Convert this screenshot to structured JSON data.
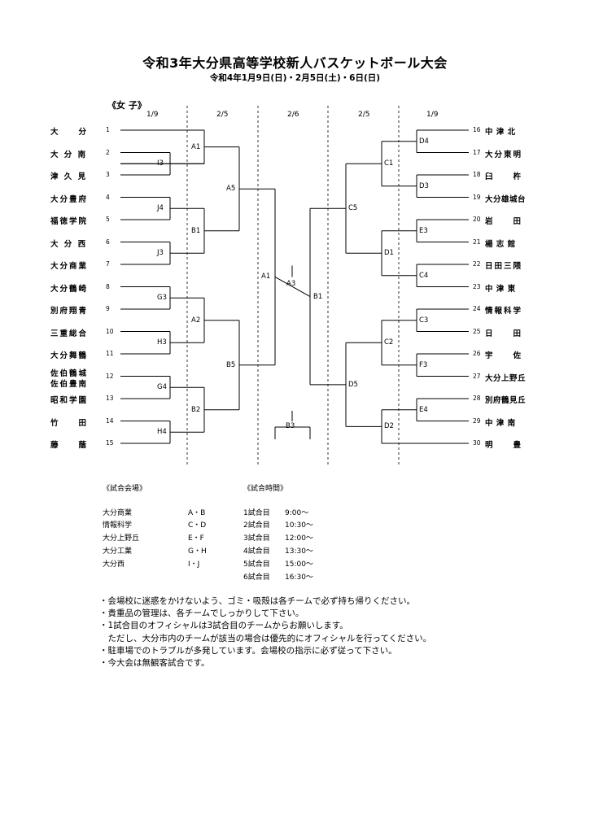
{
  "header": {
    "title": "令和3年大分県高等学校新人バスケットボール大会",
    "subtitle": "令和4年1月9日(日)・2月5日(土)・6日(日)",
    "section": "《女 子》"
  },
  "columns": [
    "1/9",
    "2/5",
    "2/6",
    "2/5",
    "1/9"
  ],
  "left_teams": [
    {
      "seed": "1",
      "name": "大　　分"
    },
    {
      "seed": "2",
      "name": "大 分 南"
    },
    {
      "seed": "3",
      "name": "津 久 見"
    },
    {
      "seed": "4",
      "name": "大分豊府"
    },
    {
      "seed": "5",
      "name": "福徳学院"
    },
    {
      "seed": "6",
      "name": "大 分 西"
    },
    {
      "seed": "7",
      "name": "大分商業"
    },
    {
      "seed": "8",
      "name": "大分鶴崎"
    },
    {
      "seed": "9",
      "name": "別府翔青"
    },
    {
      "seed": "10",
      "name": "三重総合"
    },
    {
      "seed": "11",
      "name": "大分舞鶴"
    },
    {
      "seed": "12",
      "name": "佐伯鶴城",
      "name2": "佐伯豊南"
    },
    {
      "seed": "13",
      "name": "昭和学園"
    },
    {
      "seed": "14",
      "name": "竹　　田"
    },
    {
      "seed": "15",
      "name": "藤　　蔭"
    }
  ],
  "right_teams": [
    {
      "seed": "16",
      "name": "中 津 北"
    },
    {
      "seed": "17",
      "name": "大分東明"
    },
    {
      "seed": "18",
      "name": "臼　　杵"
    },
    {
      "seed": "19",
      "name": "大分雄城台"
    },
    {
      "seed": "20",
      "name": "岩　　田"
    },
    {
      "seed": "21",
      "name": "楊 志 館"
    },
    {
      "seed": "22",
      "name": "日田三隈"
    },
    {
      "seed": "23",
      "name": "中 津 東"
    },
    {
      "seed": "24",
      "name": "情報科学"
    },
    {
      "seed": "25",
      "name": "日　　田"
    },
    {
      "seed": "26",
      "name": "宇　　佐"
    },
    {
      "seed": "27",
      "name": "大分上野丘"
    },
    {
      "seed": "28",
      "name": "別府鶴見丘"
    },
    {
      "seed": "29",
      "name": "中 津 南"
    },
    {
      "seed": "30",
      "name": "明　　豊"
    }
  ],
  "match_labels": {
    "A1L": "A1",
    "I3": "I3",
    "J4": "J4",
    "B1L": "B1",
    "J3": "J3",
    "G3": "G3",
    "A2": "A2",
    "H3": "H3",
    "G4": "G4",
    "B2": "B2",
    "H4": "H4",
    "A5": "A5",
    "B5": "B5",
    "A1C": "A1",
    "A3": "A3",
    "B1C": "B1",
    "B3": "B3",
    "D4": "D4",
    "C1": "C1",
    "D3": "D3",
    "E3": "E3",
    "D1": "D1",
    "C4": "C4",
    "C3": "C3",
    "C2": "C2",
    "F3": "F3",
    "E4": "E4",
    "D2": "D2",
    "C5": "C5",
    "D5": "D5"
  },
  "venues": {
    "heading": "《試合会場》",
    "rows": [
      {
        "name": "大分商業",
        "courts": "A・B"
      },
      {
        "name": "情報科学",
        "courts": "C・D"
      },
      {
        "name": "大分上野丘",
        "courts": "E・F"
      },
      {
        "name": "大分工業",
        "courts": "G・H"
      },
      {
        "name": "大分西",
        "courts": "I・J"
      }
    ]
  },
  "times": {
    "heading": "《試合時間》",
    "rows": [
      {
        "game": "1試合目",
        "time": "9:00～"
      },
      {
        "game": "2試合目",
        "time": "10:30～"
      },
      {
        "game": "3試合目",
        "time": "12:00～"
      },
      {
        "game": "4試合目",
        "time": "13:30～"
      },
      {
        "game": "5試合目",
        "time": "15:00～"
      },
      {
        "game": "6試合目",
        "time": "16:30～"
      }
    ]
  },
  "notes": [
    "・会場校に迷惑をかけないよう、ゴミ・吸殻は各チームで必ず持ち帰りください。",
    "・貴重品の管理は、各チームでしっかりして下さい。",
    "・1試合目のオフィシャルは3試合目のチームからお願いします。",
    "　ただし、大分市内のチームが該当の場合は優先的にオフィシャルを行ってください。",
    "・駐車場でのトラブルが多発しています。会場校の指示に必ず従って下さい。",
    "・今大会は無観客試合です。"
  ]
}
